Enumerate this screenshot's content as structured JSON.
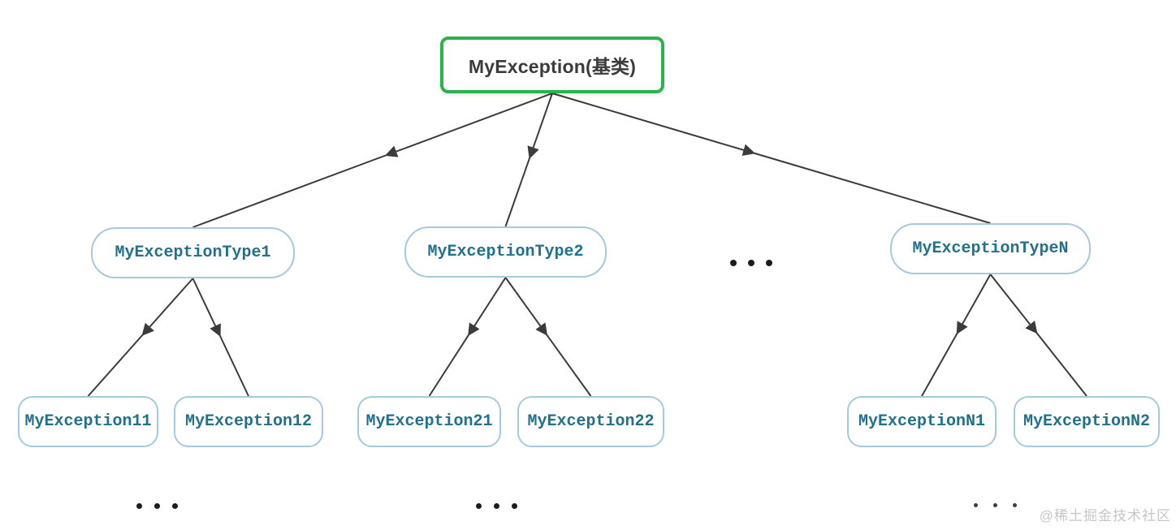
{
  "diagram": {
    "root": {
      "id": "root",
      "label": "MyException(基类)"
    },
    "nodes": [
      {
        "id": "t1",
        "label": "MyExceptionType1"
      },
      {
        "id": "t2",
        "label": "MyExceptionType2"
      },
      {
        "id": "tN",
        "label": "MyExceptionTypeN"
      },
      {
        "id": "e11",
        "label": "MyException11"
      },
      {
        "id": "e12",
        "label": "MyException12"
      },
      {
        "id": "e21",
        "label": "MyException21"
      },
      {
        "id": "e22",
        "label": "MyException22"
      },
      {
        "id": "eN1",
        "label": "MyExceptionN1"
      },
      {
        "id": "eN2",
        "label": "MyExceptionN2"
      }
    ],
    "edges": [
      {
        "from": "root",
        "to": "t1"
      },
      {
        "from": "root",
        "to": "t2"
      },
      {
        "from": "root",
        "to": "tN"
      },
      {
        "from": "t1",
        "to": "e11"
      },
      {
        "from": "t1",
        "to": "e12"
      },
      {
        "from": "t2",
        "to": "e21"
      },
      {
        "from": "t2",
        "to": "e22"
      },
      {
        "from": "tN",
        "to": "eN1"
      },
      {
        "from": "tN",
        "to": "eN2"
      }
    ],
    "arrowhead_position": 0.45
  },
  "icons": {
    "ellipsis": "three-dots"
  },
  "watermark": {
    "text": "@稀土掘金技术社区"
  },
  "colors": {
    "background": "#ffffff",
    "root_border": "#2bb24e",
    "root_text": "#3b3b3b",
    "node_border": "#a6cadd",
    "node_text": "#21708c",
    "edge": "#3b3b3b",
    "dot": "#1c1c1c",
    "watermark": "#c6c6c6"
  }
}
